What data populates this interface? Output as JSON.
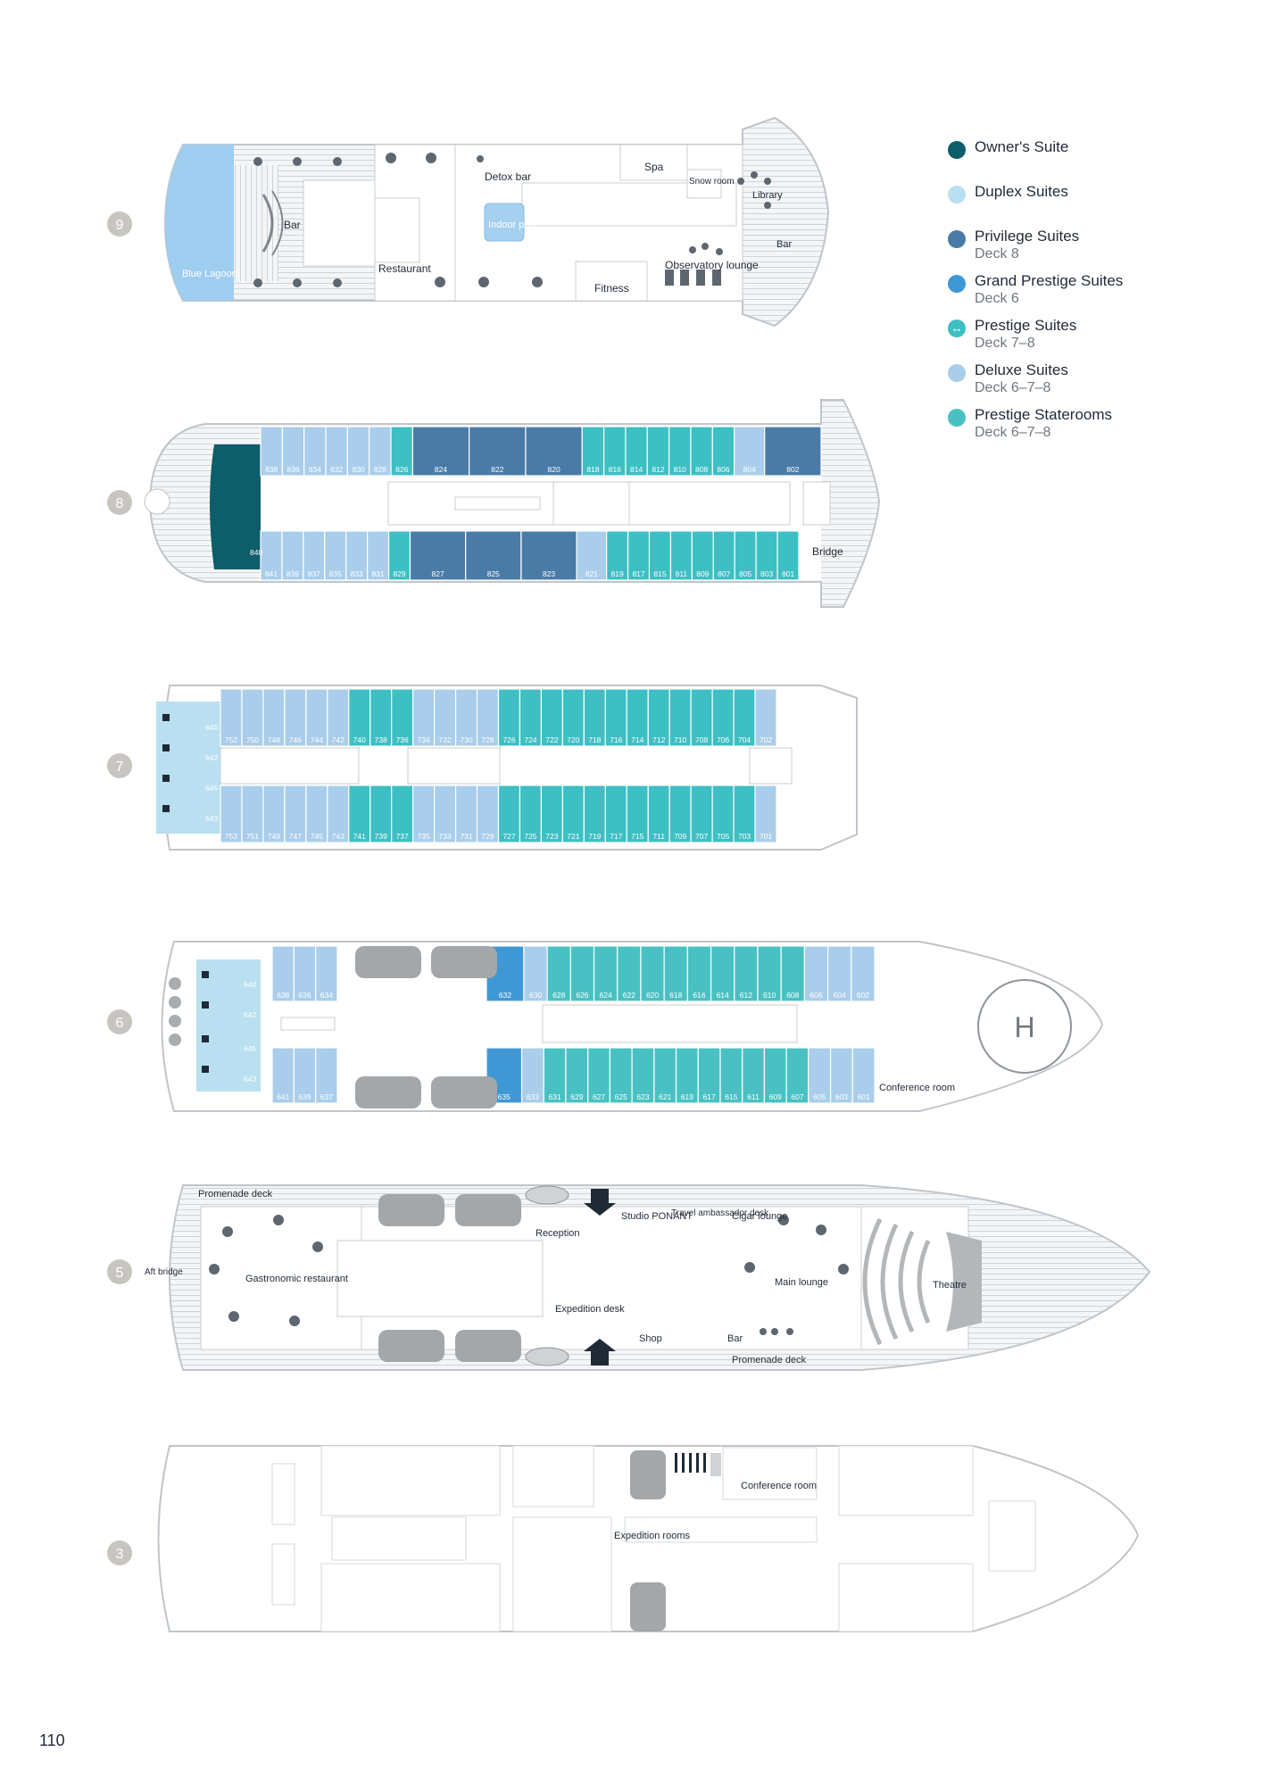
{
  "page_number": "110",
  "colors": {
    "owners": "#0d5d6b",
    "duplex": "#b9dff0",
    "privilege": "#4a7ba7",
    "grand": "#3f98d4",
    "prestige_suite": "#3dbfc3",
    "deluxe": "#a9cdea",
    "prestige_stateroom": "#49c1c3",
    "hull": "#bfc5ca",
    "deck_wood": "#dfe3e6",
    "blue_lagoon": "#9fcdef",
    "indoor_pool": "#a5d0ef",
    "car": "#a3a7aa",
    "badge": "#c8c4c0"
  },
  "legend": [
    {
      "name": "Owner's Suite",
      "sub": "",
      "color": "#0d5d6b",
      "icon": "circle-icon"
    },
    {
      "name": "Duplex Suites",
      "sub": "",
      "color": "#b9dff0",
      "icon": "circle-icon"
    },
    {
      "name": "Privilege Suites",
      "sub": "Deck 8",
      "color": "#4a7ba7",
      "icon": "circle-icon"
    },
    {
      "name": "Grand Prestige Suites",
      "sub": "Deck 6",
      "color": "#3f98d4",
      "icon": "circle-icon"
    },
    {
      "name": "Prestige Suites",
      "sub": "Deck 7–8",
      "color": "#3dbfc3",
      "icon": "connecting-arrow-icon"
    },
    {
      "name": "Deluxe Suites",
      "sub": "Deck 6–7–8",
      "color": "#a9cdea",
      "icon": "circle-icon"
    },
    {
      "name": "Prestige Staterooms",
      "sub": "Deck 6–7–8",
      "color": "#49c1c3",
      "icon": "circle-icon"
    }
  ],
  "decks": {
    "d9": {
      "number": "9",
      "labels": {
        "detox_bar": "Detox bar",
        "spa": "Spa",
        "snow_room": "Snow room",
        "library": "Library",
        "bar_aft": "Bar",
        "bar_fwd": "Bar",
        "restaurant": "Restaurant",
        "indoor_pool": "Indoor pool",
        "fitness": "Fitness",
        "observatory": "Observatory lounge",
        "blue_lagoon": "Blue Lagoon"
      }
    },
    "d8": {
      "number": "8",
      "bridge": "Bridge",
      "top": [
        "838",
        "836",
        "834",
        "832",
        "830",
        "828",
        "826",
        "824",
        "822",
        "820",
        "818",
        "816",
        "814",
        "812",
        "810",
        "808",
        "806",
        "804",
        "802"
      ],
      "bottom": [
        "840",
        "841",
        "839",
        "837",
        "835",
        "833",
        "831",
        "829",
        "827",
        "825",
        "823",
        "821",
        "819",
        "817",
        "815",
        "811",
        "809",
        "807",
        "805",
        "803",
        "801"
      ]
    },
    "d7": {
      "number": "7",
      "aft_top": [
        "640",
        "642"
      ],
      "aft_bottom": [
        "645",
        "643"
      ],
      "top": [
        "752",
        "750",
        "748",
        "746",
        "744",
        "742",
        "740",
        "738",
        "736",
        "734",
        "732",
        "730",
        "728",
        "726",
        "724",
        "722",
        "720",
        "718",
        "716",
        "714",
        "712",
        "710",
        "708",
        "706",
        "704",
        "702"
      ],
      "bottom": [
        "753",
        "751",
        "749",
        "747",
        "745",
        "743",
        "741",
        "739",
        "737",
        "735",
        "733",
        "731",
        "729",
        "727",
        "725",
        "723",
        "721",
        "719",
        "717",
        "715",
        "711",
        "709",
        "707",
        "705",
        "703",
        "701"
      ]
    },
    "d6": {
      "number": "6",
      "helipad": "H",
      "conference": "Conference room",
      "aft_top": [
        "640",
        "642"
      ],
      "aft_bottom": [
        "645",
        "643"
      ],
      "top_a": [
        "638",
        "636",
        "634"
      ],
      "top_b": [
        "632",
        "630",
        "628",
        "626",
        "624",
        "622",
        "620",
        "618",
        "616",
        "614",
        "612",
        "610",
        "608",
        "606",
        "604",
        "602"
      ],
      "bottom_a": [
        "641",
        "639",
        "637"
      ],
      "bottom_b": [
        "635",
        "633",
        "631",
        "629",
        "627",
        "625",
        "623",
        "621",
        "619",
        "617",
        "615",
        "611",
        "609",
        "607",
        "605",
        "603",
        "601"
      ]
    },
    "d5": {
      "number": "5",
      "labels": {
        "promenade_aft": "Promenade deck",
        "promenade_fwd": "Promenade deck",
        "aft_bridge": "Aft bridge",
        "gastronomic": "Gastronomic restaurant",
        "reception": "Reception",
        "expedition_desk": "Expedition desk",
        "studio": "Studio PONANT",
        "travel": "Travel ambassador desk",
        "cigar": "Cigar lounge",
        "main_lounge": "Main lounge",
        "theatre": "Theatre",
        "shop": "Shop",
        "bar": "Bar"
      }
    },
    "d3": {
      "number": "3",
      "labels": {
        "conference": "Conference room",
        "expedition_rooms": "Expedition rooms"
      }
    }
  }
}
